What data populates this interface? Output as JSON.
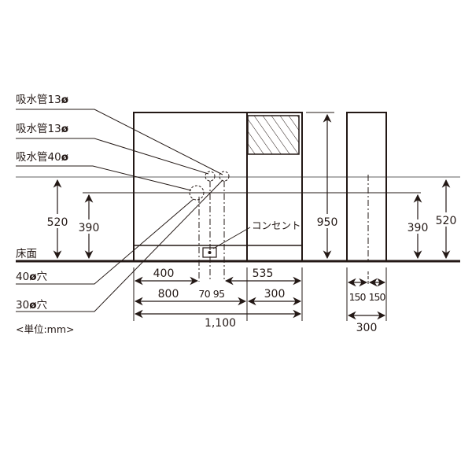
{
  "labels": {
    "intake_13_a": "吸水管13",
    "intake_13_b": "吸水管13",
    "intake_40": "吸水管40",
    "phi": "ø",
    "floor": "床面",
    "hole_40": "40",
    "hole_30": "30",
    "hole_suffix": "穴",
    "outlet": "コンセント",
    "unit": "<単位:mm>"
  },
  "dimensions": {
    "h_520_left": "520",
    "h_390_left": "390",
    "h_950": "950",
    "h_390_right": "390",
    "h_520_right": "520",
    "w_400": "400",
    "w_535": "535",
    "w_800": "800",
    "w_70_95": "70 95",
    "w_300": "300",
    "w_1100": "1,100",
    "side_150_a": "150",
    "side_150_b": "150",
    "side_300": "300"
  },
  "colors": {
    "line": "#231815",
    "guide": "#808080"
  }
}
